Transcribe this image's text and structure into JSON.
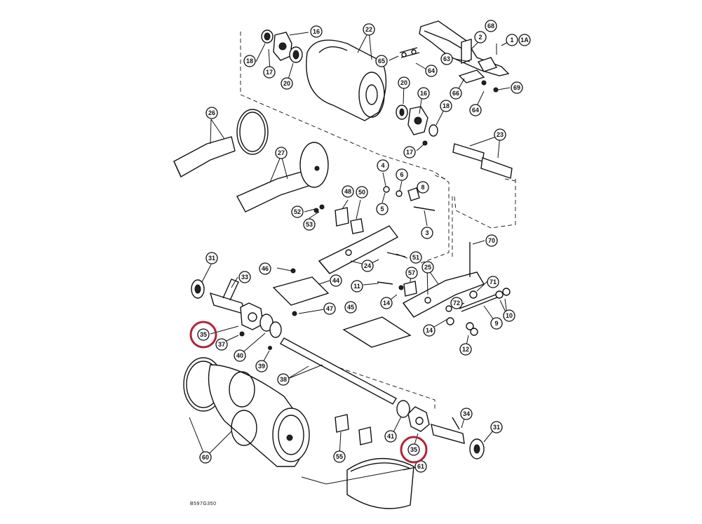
{
  "figure_code": "B597G350",
  "highlight_color": "#b0243a",
  "callouts": [
    "16",
    "22",
    "68",
    "2",
    "1",
    "1A",
    "18",
    "17",
    "20",
    "65",
    "64",
    "63",
    "20",
    "16",
    "66",
    "69",
    "18",
    "64",
    "17",
    "26",
    "23",
    "27",
    "4",
    "6",
    "8",
    "48",
    "50",
    "5",
    "52",
    "53",
    "3",
    "70",
    "31",
    "33",
    "46",
    "44",
    "51",
    "24",
    "57",
    "25",
    "71",
    "11",
    "14",
    "72",
    "10",
    "47",
    "45",
    "9",
    "35",
    "37",
    "14",
    "12",
    "40",
    "39",
    "38",
    "60",
    "34",
    "41",
    "31",
    "55",
    "35",
    "61"
  ],
  "highlighted_callout": "35"
}
